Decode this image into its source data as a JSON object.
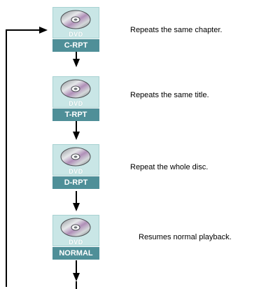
{
  "steps": [
    {
      "disc_label": "DVD",
      "mode": "C-RPT",
      "description": "Repeats the same chapter."
    },
    {
      "disc_label": "DVD",
      "mode": "T-RPT",
      "description": "Repeats the same title."
    },
    {
      "disc_label": "DVD",
      "mode": "D-RPT",
      "description": "Repeat the whole disc."
    },
    {
      "disc_label": "DVD",
      "mode": "NORMAL",
      "description": "Resumes normal playback."
    }
  ],
  "colors": {
    "icon_background": "#c9e6e6",
    "mode_label_background": "#4f8f98",
    "arrow": "#000000"
  }
}
